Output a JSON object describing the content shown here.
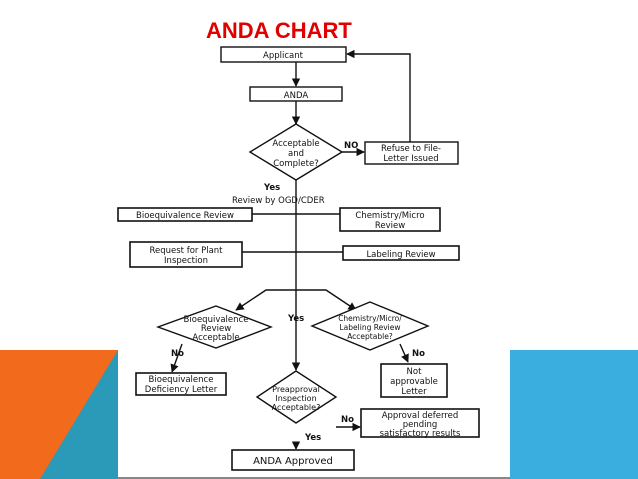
{
  "title": "ANDA CHART",
  "colors": {
    "accent_orange": "#f26a1b",
    "accent_blue": "#3aaedf",
    "accent_teal": "#2a9ab8",
    "title_red": "#e00000"
  },
  "nodes": {
    "applicant": "Applicant",
    "anda": "ANDA",
    "acceptable": [
      "Acceptable",
      "and",
      "Complete?"
    ],
    "refuse": [
      "Refuse to File-",
      "Letter Issued"
    ],
    "review_by": "Review by OGD/CDER",
    "bioequivalence_review": "Bioequivalence Review",
    "chemistry_review": [
      "Chemistry/Micro",
      "Review"
    ],
    "plant_inspection": [
      "Request for Plant",
      "Inspection"
    ],
    "labeling_review": "Labeling Review",
    "bio_acceptable": [
      "Bioequivalence",
      "Review",
      "Acceptable"
    ],
    "chem_acceptable": [
      "Chemistry/Micro/",
      "Labeling Review",
      "Acceptable?"
    ],
    "bio_deficiency": [
      "Bioequivalence",
      "Deficiency Letter"
    ],
    "not_approvable": [
      "Not",
      "approvable",
      "Letter"
    ],
    "preapproval": [
      "Preapproval",
      "Inspection",
      "Acceptable?"
    ],
    "approval_deferred": [
      "Approval deferred",
      "pending",
      "satisfactory results"
    ],
    "anda_approved": "ANDA Approved"
  },
  "edge_labels": {
    "no_refuse": "NO",
    "yes_review": "Yes",
    "yes_center": "Yes",
    "no_bio": "No",
    "no_chem": "No",
    "no_preapproval": "No",
    "yes_approved": "Yes"
  }
}
